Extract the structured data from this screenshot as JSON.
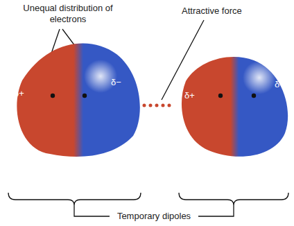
{
  "diagram": {
    "nodes": [
      {
        "text": [
          "δ+",
          "δ−"
        ]
      },
      {
        "text": [
          "δ+",
          "δ−"
        ]
      }
    ],
    "edges": [
      {
        "from": 0,
        "to": 1,
        "arrow": "none"
      }
    ],
    "labels": [
      "Unequal distribution of electrons",
      "Attractive force",
      "Temporary dipoles"
    ]
  }
}
